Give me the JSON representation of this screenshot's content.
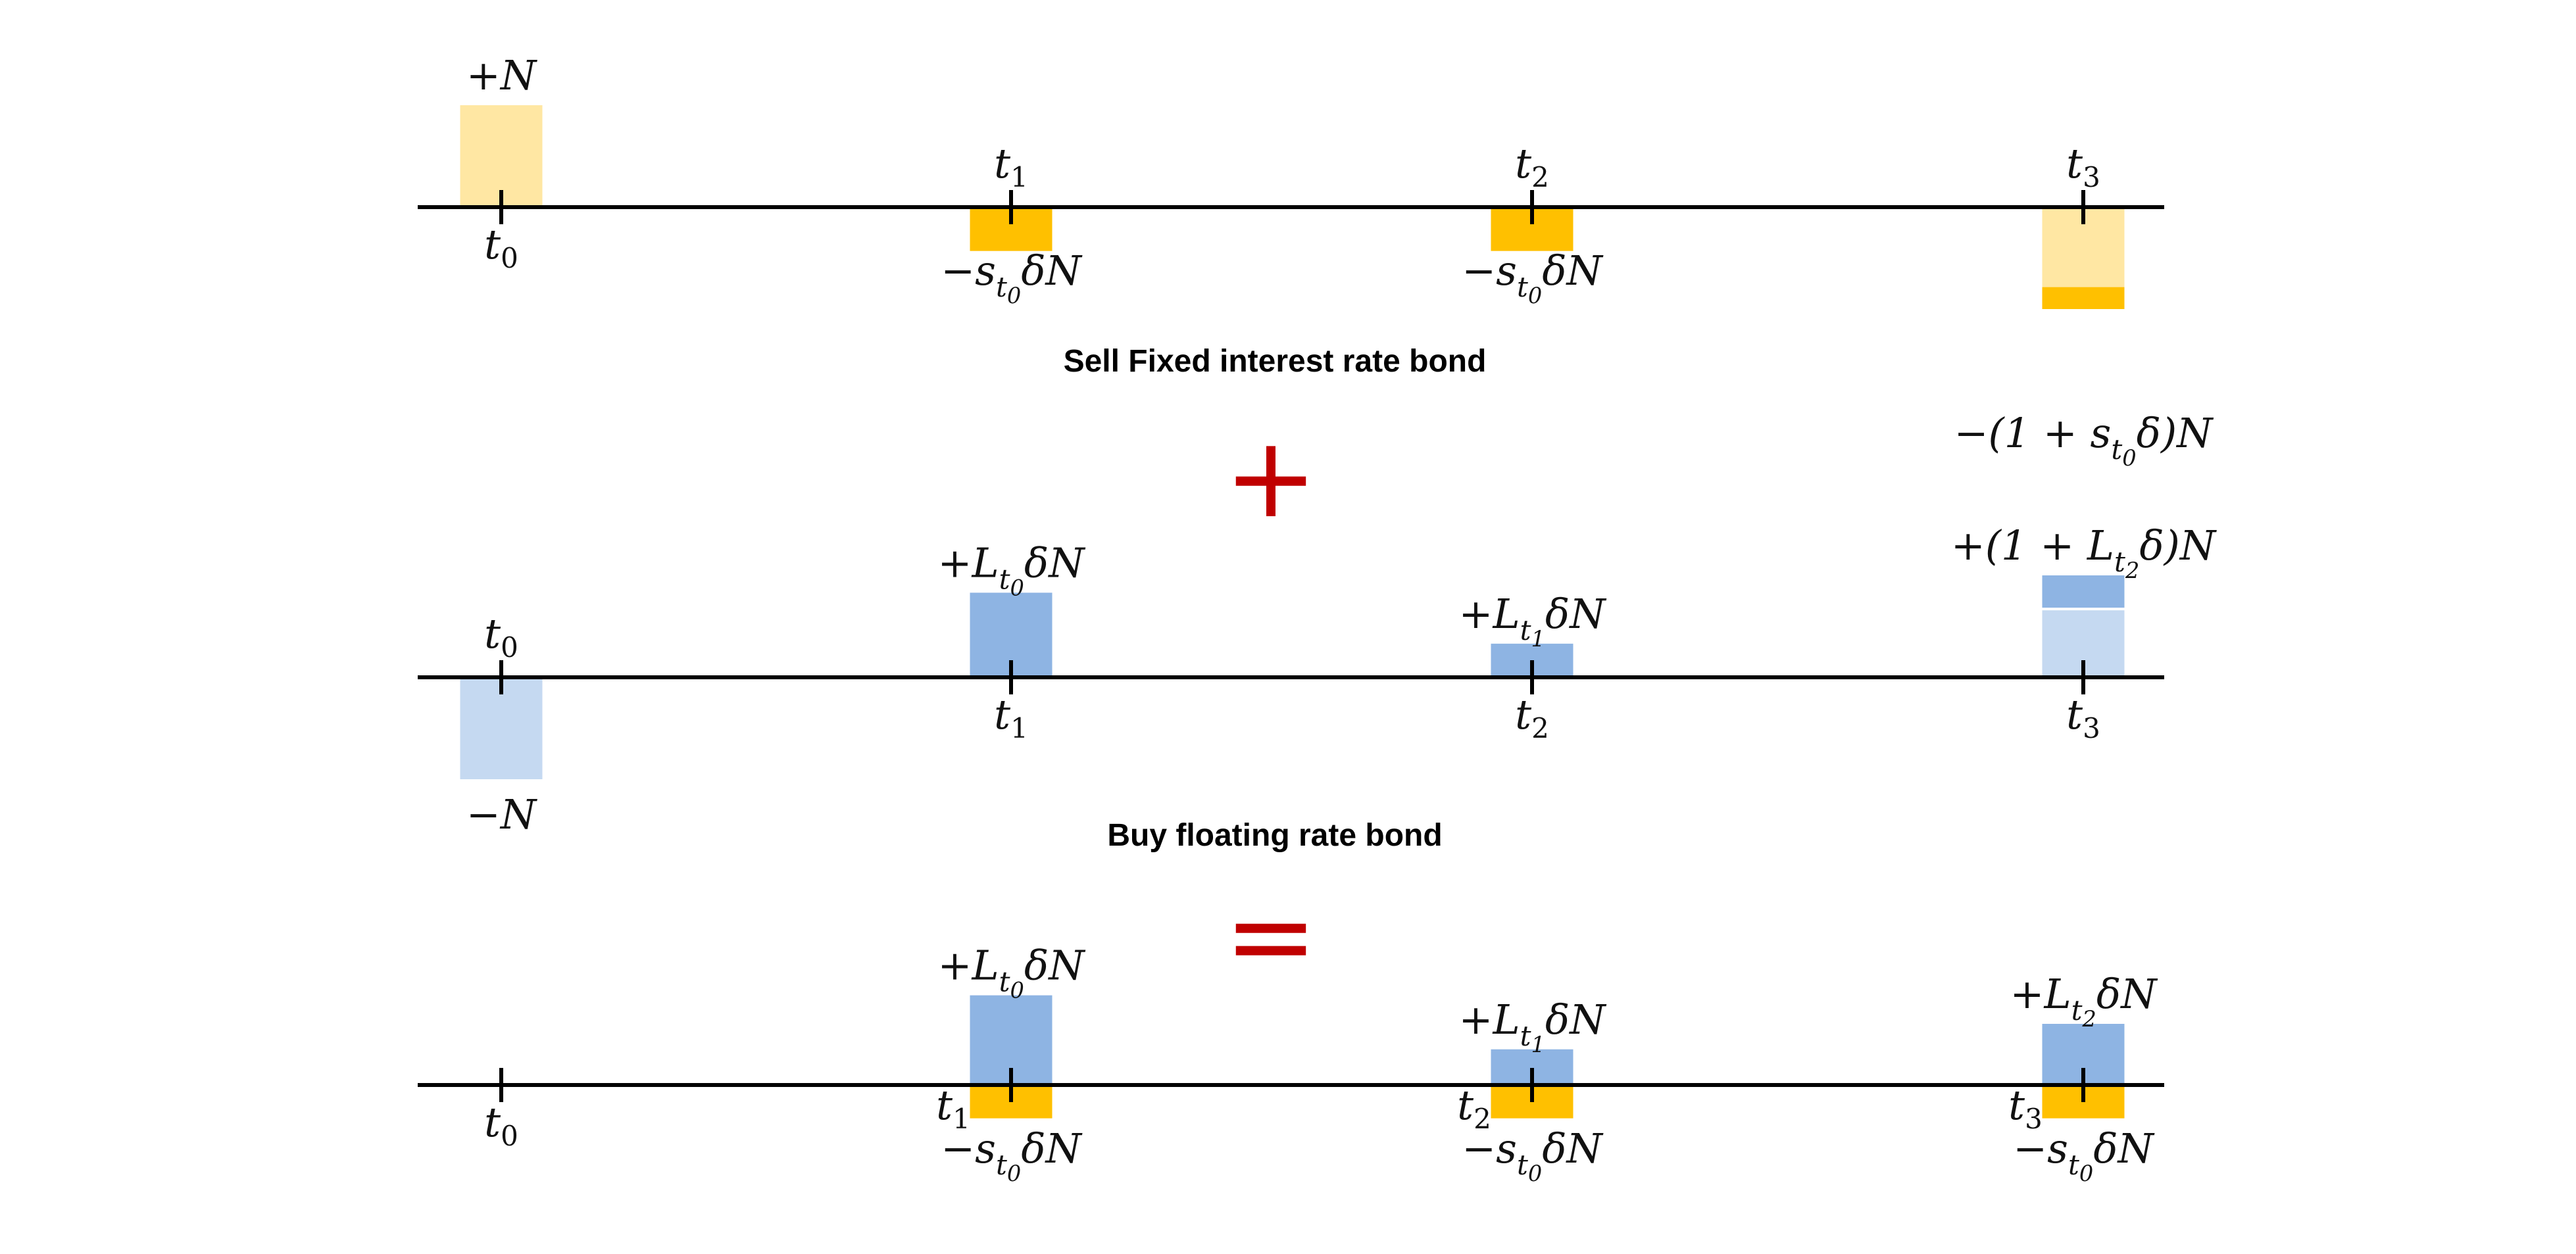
{
  "colors": {
    "fixed_light": "#FFE7A3",
    "fixed_dark": "#FFC000",
    "float_light": "#C5D9F1",
    "float_dark": "#8EB4E3",
    "axis": "#000000",
    "operator": "#C00000"
  },
  "panels": [
    {
      "id": "fixed",
      "caption": "Sell Fixed interest rate bond",
      "times": [
        {
          "main": "t",
          "sub": "0",
          "side": "below"
        },
        {
          "main": "t",
          "sub": "1",
          "side": "above"
        },
        {
          "main": "t",
          "sub": "2",
          "side": "above"
        },
        {
          "main": "t",
          "sub": "3",
          "side": "above"
        }
      ],
      "flows": [
        {
          "time_index": 0,
          "value": 1.0,
          "color": "fixed_light",
          "label": "+N"
        },
        {
          "time_index": 1,
          "value": -0.43,
          "color": "fixed_dark",
          "label": "−s_{t0}δN"
        },
        {
          "time_index": 2,
          "value": -0.43,
          "color": "fixed_dark",
          "label": "−s_{t0}δN"
        },
        {
          "time_index": 3,
          "value": -1.0,
          "color": "fixed_light",
          "label": "−(1 + s_{t0}δ)N",
          "stack_value": -0.43,
          "stack_color": "fixed_dark"
        }
      ]
    },
    {
      "id": "floating",
      "caption": "Buy floating rate bond",
      "times": [
        {
          "main": "t",
          "sub": "0",
          "side": "above"
        },
        {
          "main": "t",
          "sub": "1",
          "side": "below"
        },
        {
          "main": "t",
          "sub": "2",
          "side": "below"
        },
        {
          "main": "t",
          "sub": "3",
          "side": "below"
        }
      ],
      "flows": [
        {
          "time_index": 0,
          "value": -1.0,
          "color": "float_light",
          "label": "−N"
        },
        {
          "time_index": 1,
          "value": 0.83,
          "color": "float_dark",
          "label": "+L_{t0}δN"
        },
        {
          "time_index": 2,
          "value": 0.33,
          "color": "float_dark",
          "label": "+L_{t1}δN"
        },
        {
          "time_index": 3,
          "value": 1.0,
          "color": "float_light",
          "label": "+(1 + L_{t2}δ)N",
          "stack_value": 0.6,
          "stack_color": "float_dark"
        }
      ]
    },
    {
      "id": "swap",
      "caption": "",
      "times": [
        {
          "main": "t",
          "sub": "0",
          "side": "below"
        },
        {
          "main": "t",
          "sub": "1",
          "side": "below-left"
        },
        {
          "main": "t",
          "sub": "2",
          "side": "below-left"
        },
        {
          "main": "t",
          "sub": "3",
          "side": "below-left"
        }
      ],
      "flows": [
        {
          "time_index": 1,
          "value": 0.88,
          "color": "float_dark",
          "label": "+L_{t0}δN",
          "neg_value": -0.43,
          "neg_color": "fixed_dark",
          "neg_label": "−s_{t0}δN"
        },
        {
          "time_index": 2,
          "value": 0.35,
          "color": "float_dark",
          "label": "+L_{t1}δN",
          "neg_value": -0.43,
          "neg_color": "fixed_dark",
          "neg_label": "−s_{t0}δN"
        },
        {
          "time_index": 3,
          "value": 0.6,
          "color": "float_dark",
          "label": "+L_{t2}δN",
          "neg_value": -0.43,
          "neg_color": "fixed_dark",
          "neg_label": "−s_{t0}δN"
        }
      ]
    }
  ],
  "operators": [
    "+",
    "="
  ]
}
